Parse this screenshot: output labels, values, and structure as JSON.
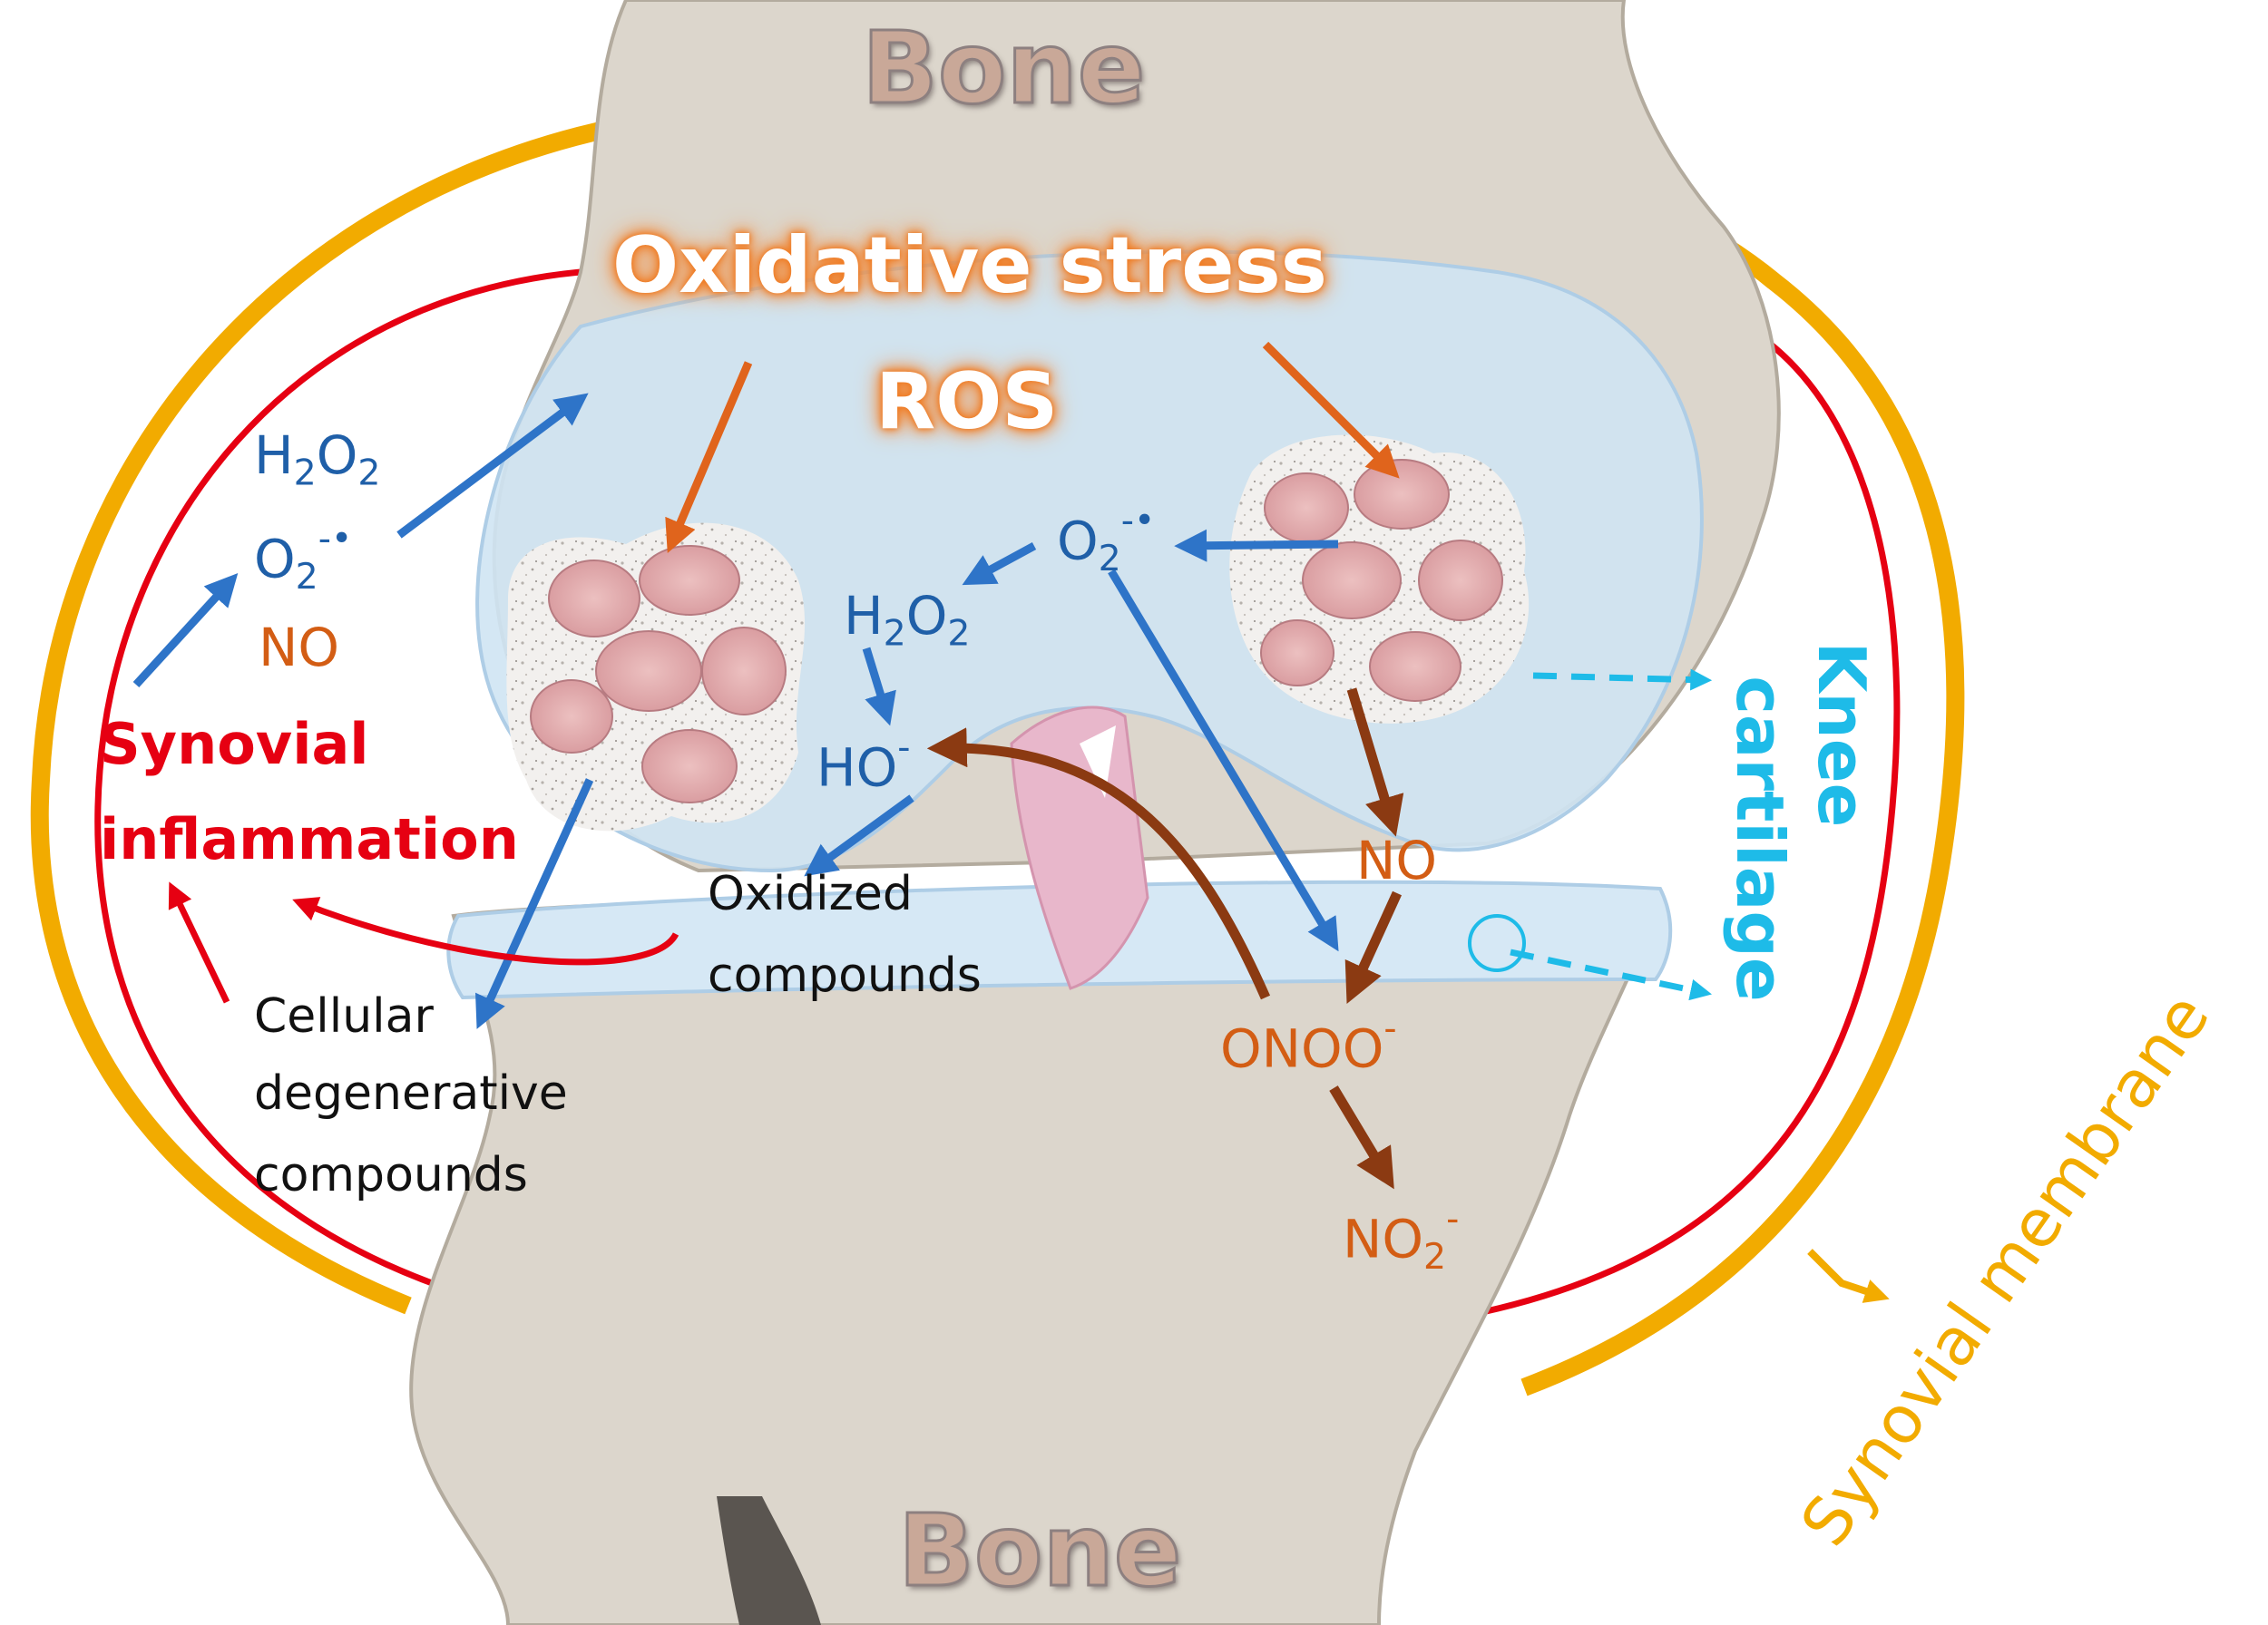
{
  "labels": {
    "bone_top": "Bone",
    "bone_bottom": "Bone",
    "title_line1": "Oxidative stress",
    "title_line2": "ROS",
    "synovial_line1": "Synovial",
    "synovial_line2": "inflammation",
    "oxidized_line1": "Oxidized",
    "oxidized_line2": "compounds",
    "cellular_line1": "Cellular",
    "cellular_line2": "degenerative",
    "cellular_line3": "compounds",
    "knee": "Knee",
    "cartilage": "cartilage",
    "synovial_membrane": "Synovial membrane"
  },
  "chem": {
    "h": "H",
    "o": "O",
    "two": "2",
    "minus_dot": "-•",
    "minus": "-",
    "no": "NO",
    "ho": "HO",
    "onoo": "ONOO",
    "no2_main": "NO"
  },
  "colors": {
    "synovial_membrane": "#f2ab00",
    "inflammation": "#e60012",
    "ros_species": "#1f5fa8",
    "nitrogen_species": "#d35d14",
    "nitrogen_arrows": "#8b3a12",
    "cartilage": "#1ebbe8",
    "bone": "#dcd6cc"
  }
}
